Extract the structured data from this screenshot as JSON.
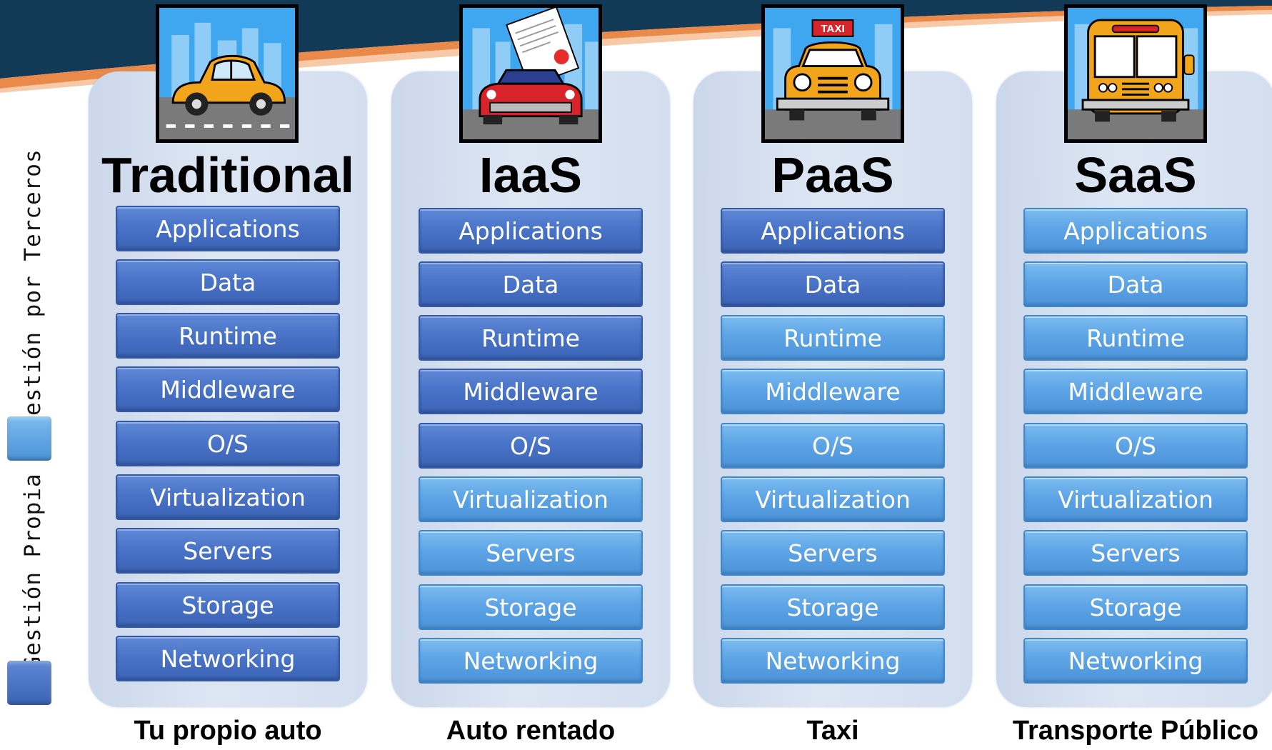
{
  "legend": {
    "third_party_label": "Gestión por Terceros",
    "own_label": "Gestión Propia",
    "third_party_color": "#5da5e6",
    "own_color": "#4a74c8"
  },
  "columns": [
    {
      "title": "Traditional",
      "caption": "Tu propio auto",
      "icon": "own-car-icon",
      "layers": [
        {
          "label": "Applications",
          "managed": "own"
        },
        {
          "label": "Data",
          "managed": "own"
        },
        {
          "label": "Runtime",
          "managed": "own"
        },
        {
          "label": "Middleware",
          "managed": "own"
        },
        {
          "label": "O/S",
          "managed": "own"
        },
        {
          "label": "Virtualization",
          "managed": "own"
        },
        {
          "label": "Servers",
          "managed": "own"
        },
        {
          "label": "Storage",
          "managed": "own"
        },
        {
          "label": "Networking",
          "managed": "own"
        }
      ]
    },
    {
      "title": "IaaS",
      "caption": "Auto rentado",
      "icon": "rental-car-icon",
      "layers": [
        {
          "label": "Applications",
          "managed": "own"
        },
        {
          "label": "Data",
          "managed": "own"
        },
        {
          "label": "Runtime",
          "managed": "own"
        },
        {
          "label": "Middleware",
          "managed": "own"
        },
        {
          "label": "O/S",
          "managed": "own"
        },
        {
          "label": "Virtualization",
          "managed": "third"
        },
        {
          "label": "Servers",
          "managed": "third"
        },
        {
          "label": "Storage",
          "managed": "third"
        },
        {
          "label": "Networking",
          "managed": "third"
        }
      ]
    },
    {
      "title": "PaaS",
      "caption": "Taxi",
      "icon": "taxi-icon",
      "taxi_sign": "TAXI",
      "layers": [
        {
          "label": "Applications",
          "managed": "own"
        },
        {
          "label": "Data",
          "managed": "own"
        },
        {
          "label": "Runtime",
          "managed": "third"
        },
        {
          "label": "Middleware",
          "managed": "third"
        },
        {
          "label": "O/S",
          "managed": "third"
        },
        {
          "label": "Virtualization",
          "managed": "third"
        },
        {
          "label": "Servers",
          "managed": "third"
        },
        {
          "label": "Storage",
          "managed": "third"
        },
        {
          "label": "Networking",
          "managed": "third"
        }
      ]
    },
    {
      "title": "SaaS",
      "caption": "Transporte Público",
      "icon": "bus-icon",
      "layers": [
        {
          "label": "Applications",
          "managed": "third"
        },
        {
          "label": "Data",
          "managed": "third"
        },
        {
          "label": "Runtime",
          "managed": "third"
        },
        {
          "label": "Middleware",
          "managed": "third"
        },
        {
          "label": "O/S",
          "managed": "third"
        },
        {
          "label": "Virtualization",
          "managed": "third"
        },
        {
          "label": "Servers",
          "managed": "third"
        },
        {
          "label": "Storage",
          "managed": "third"
        },
        {
          "label": "Networking",
          "managed": "third"
        }
      ]
    }
  ]
}
